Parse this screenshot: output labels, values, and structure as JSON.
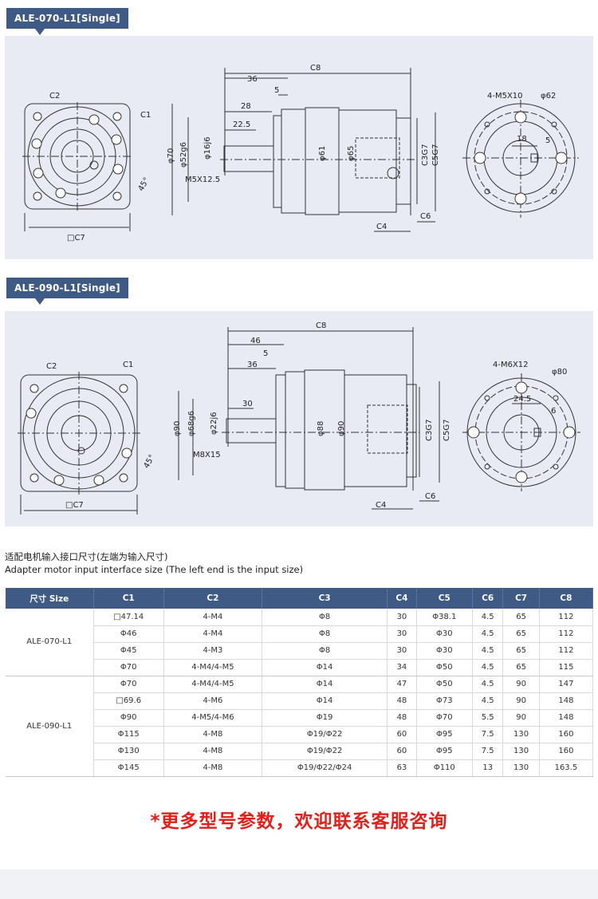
{
  "section1": {
    "title": "ALE-070-L1[Single]",
    "labels": {
      "c2": "C2",
      "c1": "C1",
      "angle": "45°",
      "c7": "□C7",
      "d70": "φ70",
      "d52": "φ52g6",
      "shaft": "φ16j6",
      "thread": "M5X12.5",
      "dim36": "36",
      "dim5": "5",
      "dim28": "28",
      "dim22": "22.5",
      "c8": "C8",
      "d61": "φ61",
      "d65": "φ65",
      "c3": "C3G7",
      "c5": "C5G7",
      "c6": "C6",
      "c4": "C4",
      "holes": "4-M5X10",
      "pcd": "φ62",
      "key": "18",
      "key5": "5"
    }
  },
  "section2": {
    "title": "ALE-090-L1[Single]",
    "labels": {
      "c2": "C2",
      "c1": "C1",
      "angle": "45°",
      "c7": "□C7",
      "d90": "φ90",
      "d68": "φ68g6",
      "shaft": "φ22j6",
      "thread": "M8X15",
      "dim46": "46",
      "dim5": "5",
      "dim36": "36",
      "dim30": "30",
      "c8": "C8",
      "d88": "φ88",
      "d90b": "φ90",
      "c3": "C3G7",
      "c5": "C5G7",
      "c6": "C6",
      "c4": "C4",
      "holes": "4-M6X12",
      "pcd": "φ80",
      "key": "24.5",
      "key6": "6"
    }
  },
  "subtitle_cn": "适配电机输入接口尺寸(左端为输入尺寸)",
  "subtitle_en": "Adapter motor input interface size (The left end is the input size)",
  "table": {
    "headers": [
      "尺寸 Size",
      "C1",
      "C2",
      "C3",
      "C4",
      "C5",
      "C6",
      "C7",
      "C8"
    ],
    "groups": [
      {
        "model": "ALE-070-L1",
        "rows": [
          [
            "□47.14",
            "4-M4",
            "Φ8",
            "30",
            "Φ38.1",
            "4.5",
            "65",
            "112"
          ],
          [
            "Φ46",
            "4-M4",
            "Φ8",
            "30",
            "Φ30",
            "4.5",
            "65",
            "112"
          ],
          [
            "Φ45",
            "4-M3",
            "Φ8",
            "30",
            "Φ30",
            "4.5",
            "65",
            "112"
          ],
          [
            "Φ70",
            "4-M4/4-M5",
            "Φ14",
            "34",
            "Φ50",
            "4.5",
            "65",
            "115"
          ]
        ]
      },
      {
        "model": "ALE-090-L1",
        "rows": [
          [
            "Φ70",
            "4-M4/4-M5",
            "Φ14",
            "47",
            "Φ50",
            "4.5",
            "90",
            "147"
          ],
          [
            "□69.6",
            "4-M6",
            "Φ14",
            "48",
            "Φ73",
            "4.5",
            "90",
            "148"
          ],
          [
            "Φ90",
            "4-M5/4-M6",
            "Φ19",
            "48",
            "Φ70",
            "5.5",
            "90",
            "148"
          ],
          [
            "Φ115",
            "4-M8",
            "Φ19/Φ22",
            "60",
            "Φ95",
            "7.5",
            "130",
            "160"
          ],
          [
            "Φ130",
            "4-M8",
            "Φ19/Φ22",
            "60",
            "Φ95",
            "7.5",
            "130",
            "160"
          ],
          [
            "Φ145",
            "4-M8",
            "Φ19/Φ22/Φ24",
            "63",
            "Φ110",
            "13",
            "130",
            "163.5"
          ]
        ]
      }
    ]
  },
  "footer_cta": "*更多型号参数，欢迎联系客服咨询",
  "colors": {
    "header_bg": "#3f5a85",
    "panel_bg": "#e8ebf4",
    "cta": "#e0201b"
  }
}
